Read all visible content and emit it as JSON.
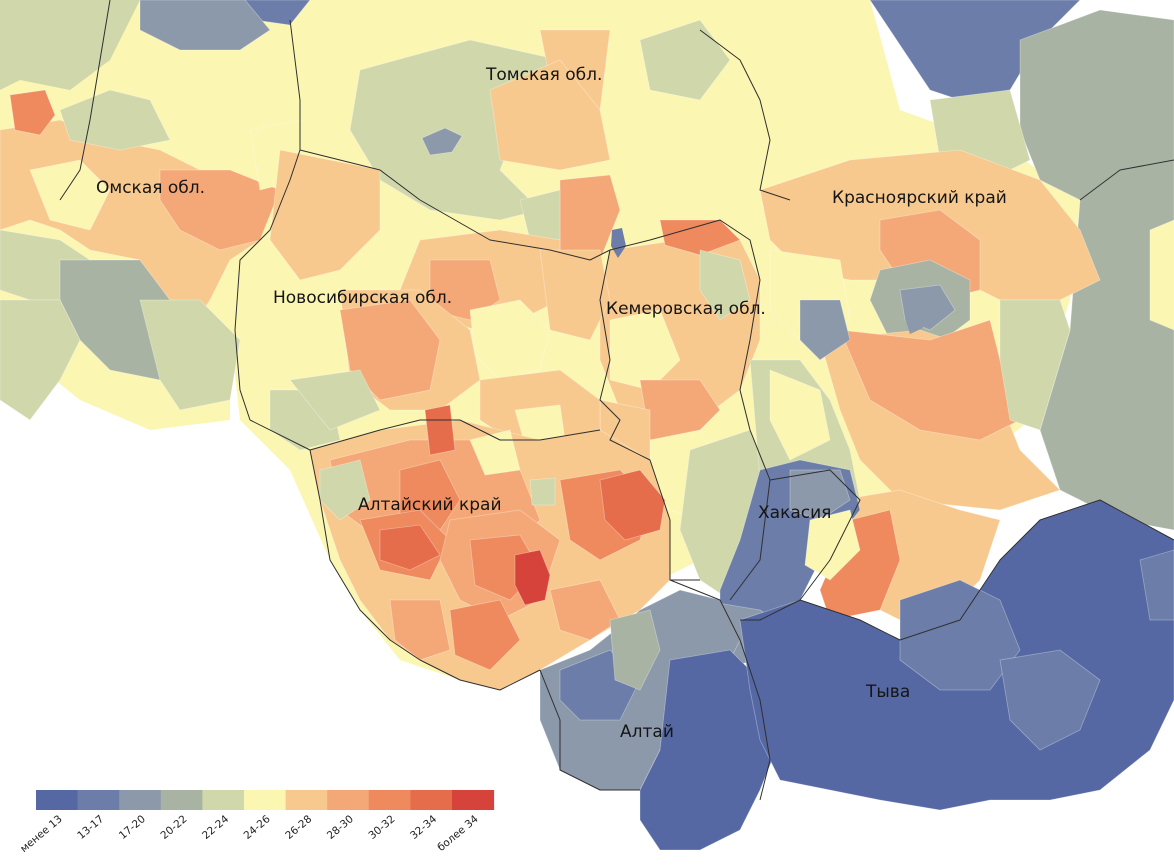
{
  "map": {
    "legend": {
      "classes": [
        {
          "label": "менее 13",
          "color": "#5568a3"
        },
        {
          "label": "13-17",
          "color": "#6b7da8"
        },
        {
          "label": "17-20",
          "color": "#8c99ab"
        },
        {
          "label": "20-22",
          "color": "#a9b3a4"
        },
        {
          "label": "22-24",
          "color": "#d0d7ab"
        },
        {
          "label": "24-26",
          "color": "#fbf6b2"
        },
        {
          "label": "26-28",
          "color": "#f8c98e"
        },
        {
          "label": "28-30",
          "color": "#f4a877"
        },
        {
          "label": "30-32",
          "color": "#ee8a5e"
        },
        {
          "label": "32-34",
          "color": "#e66d4c"
        },
        {
          "label": "более 34",
          "color": "#d6433a"
        }
      ]
    },
    "regions": [
      {
        "id": "tomsk",
        "label": "Томская обл."
      },
      {
        "id": "omsk",
        "label": "Омская обл."
      },
      {
        "id": "krasnoyarsk",
        "label": "Красноярский край"
      },
      {
        "id": "novosibirsk",
        "label": "Новосибирская обл."
      },
      {
        "id": "kemerovo",
        "label": "Кемеровская обл."
      },
      {
        "id": "altai-krai",
        "label": "Алтайский край"
      },
      {
        "id": "khakassia",
        "label": "Хакасия"
      },
      {
        "id": "tyva",
        "label": "Тыва"
      },
      {
        "id": "altai",
        "label": "Алтай"
      }
    ]
  }
}
